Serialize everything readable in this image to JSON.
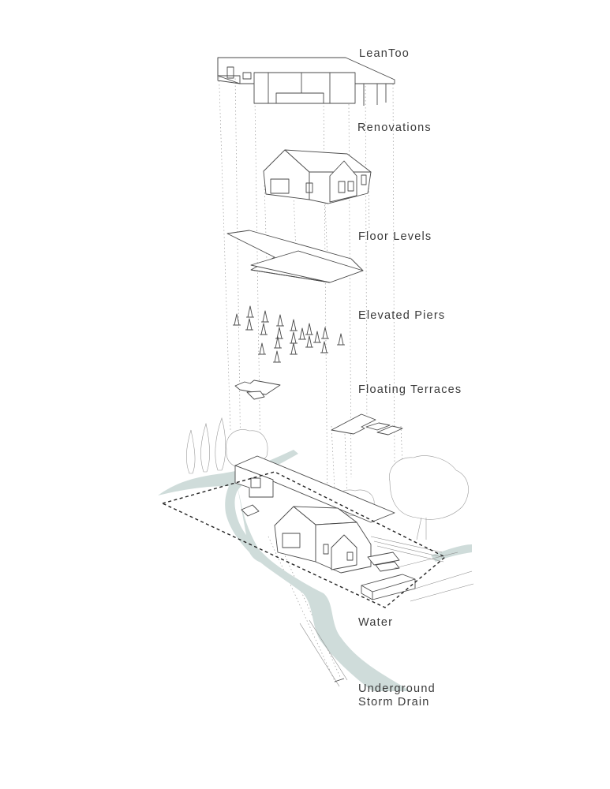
{
  "labels": {
    "leantoo": "LeanToo",
    "renovations": "Renovations",
    "floor_levels": "Floor Levels",
    "elevated_piers": "Elevated Piers",
    "floating_terraces": "Floating Terraces",
    "water": "Water",
    "storm_drain_line1": "Underground",
    "storm_drain_line2": "Storm Drain"
  },
  "colors": {
    "background": "#ffffff",
    "linework": "#4a4a4a",
    "water": "#cfdcda",
    "label_text": "#3a3a3a"
  }
}
